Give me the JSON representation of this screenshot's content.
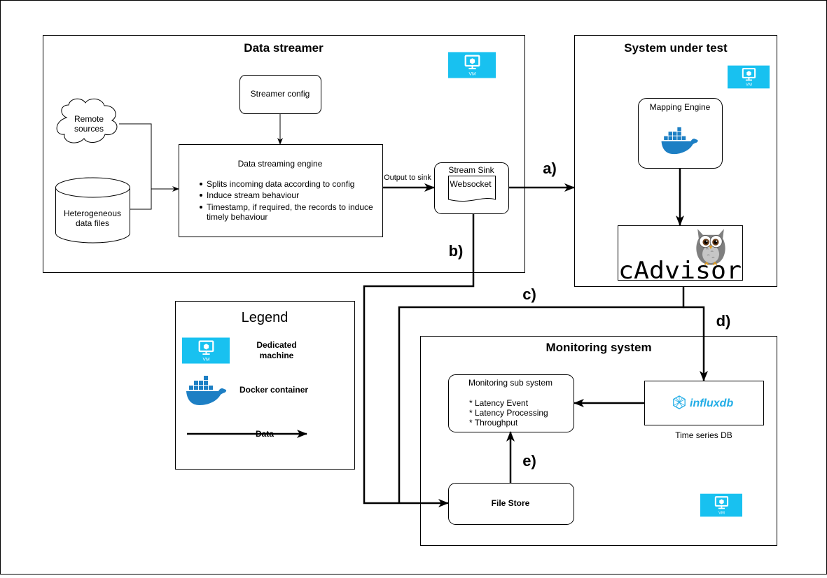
{
  "colors": {
    "vm_tile": "#18c1f0",
    "docker_blue": "#1d7fc4",
    "influx_blue": "#22ade6",
    "line": "#000000",
    "owl_gray": "#7f7f7f"
  },
  "icons": {
    "vm": "vm-icon",
    "docker": "docker-whale-icon",
    "cloud": "cloud-shape",
    "database": "cylinder-database-shape",
    "owl": "cadvisor-owl-icon",
    "influx": "influxdb-logo-icon"
  },
  "vm_badge_text": "VM",
  "data_streamer": {
    "title": "Data streamer",
    "remote_sources": [
      "Remote",
      "sources"
    ],
    "heterogeneous_files": [
      "Heterogeneous",
      "data files"
    ],
    "streamer_config": "Streamer config",
    "engine": {
      "title": "Data streaming engine",
      "bullets": [
        [
          "Splits incoming data according to config"
        ],
        [
          "Induce stream behaviour"
        ],
        [
          "Timestamp, if required, the records to induce",
          "timely behaviour"
        ]
      ]
    },
    "output_label": "Output to sink",
    "sink_title": "Stream Sink",
    "sink_doc": "Websocket"
  },
  "system_under_test": {
    "title": "System under test",
    "mapping_engine": "Mapping Engine",
    "cadvisor_text": "cAdvisor"
  },
  "monitoring": {
    "title": "Monitoring system",
    "subsystem_title": "Monitoring sub system",
    "metrics": [
      "* Latency Event",
      "* Latency Processing",
      "* Throughput"
    ],
    "influx_logo_text": "influxdb",
    "influx_caption": "Time series DB",
    "file_store": "File Store"
  },
  "edges": {
    "a": "a)",
    "b": "b)",
    "c": "c)",
    "d": "d)",
    "e": "e)"
  },
  "legend": {
    "title": "Legend",
    "dedicated": [
      "Dedicated",
      "machine"
    ],
    "docker": "Docker container",
    "data": "Data"
  }
}
